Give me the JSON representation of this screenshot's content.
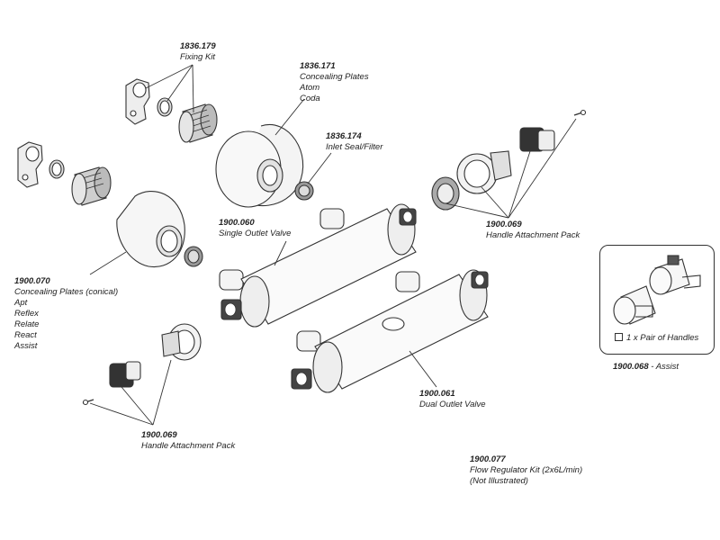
{
  "labels": {
    "fixing_kit": {
      "code": "1836.179",
      "lines": [
        "Fixing Kit"
      ]
    },
    "concealing_plates": {
      "code": "1836.171",
      "lines": [
        "Concealing Plates",
        "Atom",
        "Coda"
      ]
    },
    "inlet_seal": {
      "code": "1836.174",
      "lines": [
        "Inlet Seal/Filter"
      ]
    },
    "single_outlet": {
      "code": "1900.060",
      "lines": [
        "Single Outlet Valve"
      ]
    },
    "handle_pack_right": {
      "code": "1900.069",
      "lines": [
        "Handle Attachment Pack"
      ]
    },
    "concealing_conical": {
      "code": "1900.070",
      "lines": [
        "Concealing Plates (conical)",
        "Apt",
        "Reflex",
        "Relate",
        "React",
        "Assist"
      ]
    },
    "dual_outlet": {
      "code": "1900.061",
      "lines": [
        "Dual Outlet Valve"
      ]
    },
    "handle_pack_left": {
      "code": "1900.069",
      "lines": [
        "Handle Attachment Pack"
      ]
    },
    "flow_regulator": {
      "code": "1900.077",
      "lines": [
        "Flow Regulator Kit (2x6L/min)",
        "(Not Illustrated)"
      ]
    }
  },
  "assist": {
    "note": "1 x Pair of Handles",
    "code": "1900.068",
    "caption": " - Assist"
  }
}
